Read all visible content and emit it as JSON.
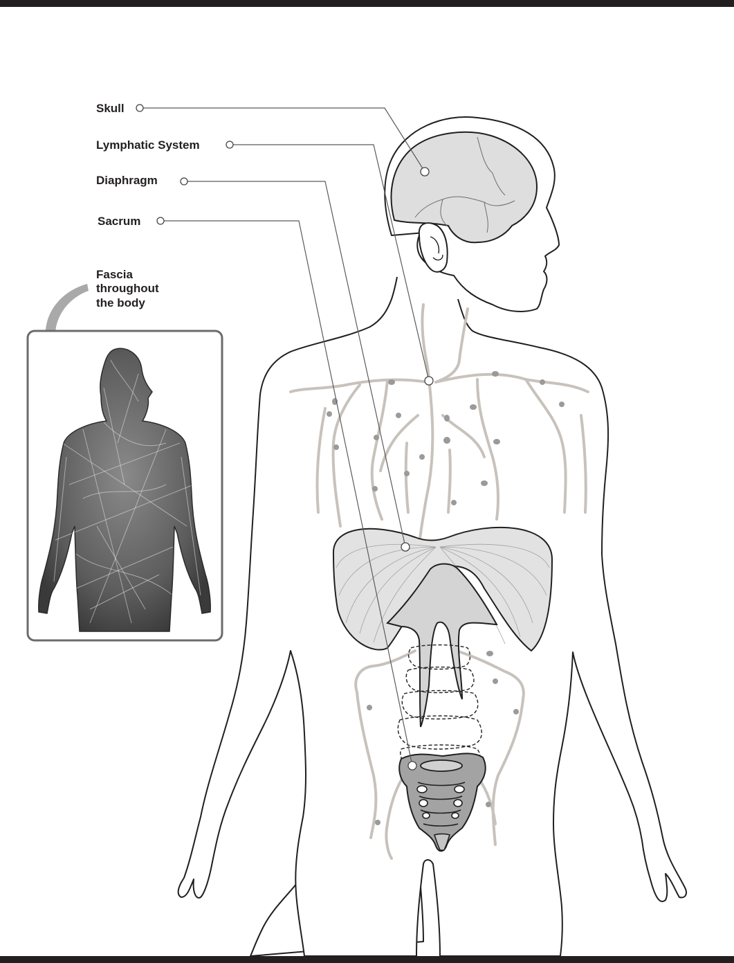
{
  "labels": {
    "skull": "Skull",
    "lymphatic": "Lymphatic System",
    "diaphragm": "Diaphragm",
    "sacrum": "Sacrum"
  },
  "inset": {
    "caption_lines": [
      "Fascia",
      "throughout",
      "the body"
    ]
  },
  "colors": {
    "frame_bar": "#231f20",
    "lymph": "#c8c2bc",
    "structure_fill": "#d9d9d9",
    "sacrum_fill": "#9a9a9a"
  }
}
